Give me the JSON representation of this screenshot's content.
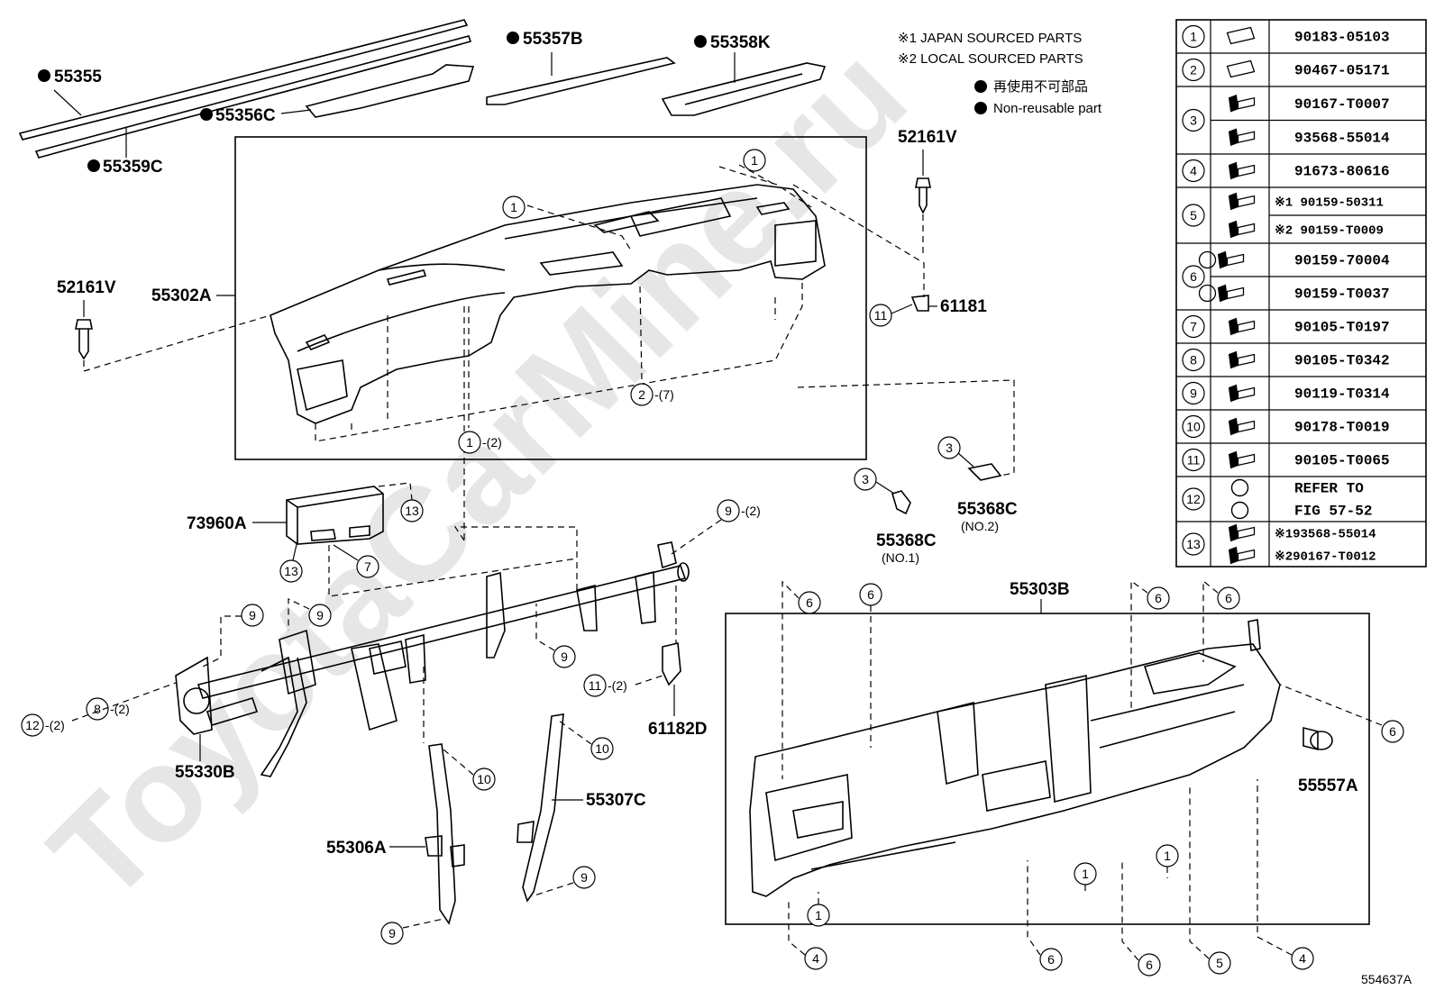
{
  "watermark": "ToyotaCarMine.ru",
  "diagram_id": "554637A",
  "notes": {
    "n1": "※1  JAPAN SOURCED PARTS",
    "n2": "※2  LOCAL SOURCED PARTS",
    "n3": "再使用不可部品",
    "n4": "Non-reusable part"
  },
  "part_labels": {
    "p55355": "55355",
    "p55359c": "55359C",
    "p55356c": "55356C",
    "p55357b": "55357B",
    "p55358k": "55358K",
    "p52161v_top": "52161V",
    "p52161v_left": "52161V",
    "p55302a": "55302A",
    "p61181": "61181",
    "p73960a": "73960A",
    "p55368c_1": "55368C",
    "p55368c_1_sub": "(NO.1)",
    "p55368c_2": "55368C",
    "p55368c_2_sub": "(NO.2)",
    "p55303b": "55303B",
    "p55330b": "55330B",
    "p61182d": "61182D",
    "p55307c": "55307C",
    "p55306a": "55306A",
    "p55557a": "55557A"
  },
  "table": {
    "rows": [
      {
        "num": "1",
        "parts": [
          "90183-05103"
        ]
      },
      {
        "num": "2",
        "parts": [
          "90467-05171"
        ]
      },
      {
        "num": "3",
        "parts": [
          "90167-T0007",
          "93568-55014"
        ]
      },
      {
        "num": "4",
        "parts": [
          "91673-80616"
        ]
      },
      {
        "num": "5",
        "parts": [
          "※1 90159-50311",
          "※2 90159-T0009"
        ]
      },
      {
        "num": "6",
        "parts": [
          "90159-70004",
          "90159-T0037"
        ]
      },
      {
        "num": "7",
        "parts": [
          "90105-T0197"
        ]
      },
      {
        "num": "8",
        "parts": [
          "90105-T0342"
        ]
      },
      {
        "num": "9",
        "parts": [
          "90119-T0314"
        ]
      },
      {
        "num": "10",
        "parts": [
          "90178-T0019"
        ]
      },
      {
        "num": "11",
        "parts": [
          "90105-T0065"
        ]
      },
      {
        "num": "12",
        "parts": [
          "REFER TO",
          "FIG 57-52"
        ]
      },
      {
        "num": "13",
        "parts": [
          "※193568-55014",
          "※290167-T0012"
        ]
      }
    ]
  },
  "callouts": {
    "c1a": "1",
    "c1b": "1",
    "c1c": "1",
    "c1c_q": "-(2)",
    "c2": "2",
    "c2_q": "-(7)",
    "c11a": "11",
    "c3a": "3",
    "c3b": "3",
    "c13a": "13",
    "c13b": "13",
    "c7": "7",
    "c9a": "9",
    "c9a_q": "-(2)",
    "c9b": "9",
    "c9c": "9",
    "c9d": "9",
    "c9e": "9",
    "c9f": "9",
    "c12": "12",
    "c12_q": "-(2)",
    "c8": "8",
    "c8_q": "-(2)",
    "c11b": "11",
    "c11b_q": "-(2)",
    "c10a": "10",
    "c10b": "10",
    "c6a": "6",
    "c6b": "6",
    "c6c": "6",
    "c6d": "6",
    "c6e": "6",
    "c6f": "6",
    "c6g": "6",
    "c1d": "1",
    "c1e": "1",
    "c1f": "1",
    "c4a": "4",
    "c4b": "4",
    "c5": "5"
  }
}
